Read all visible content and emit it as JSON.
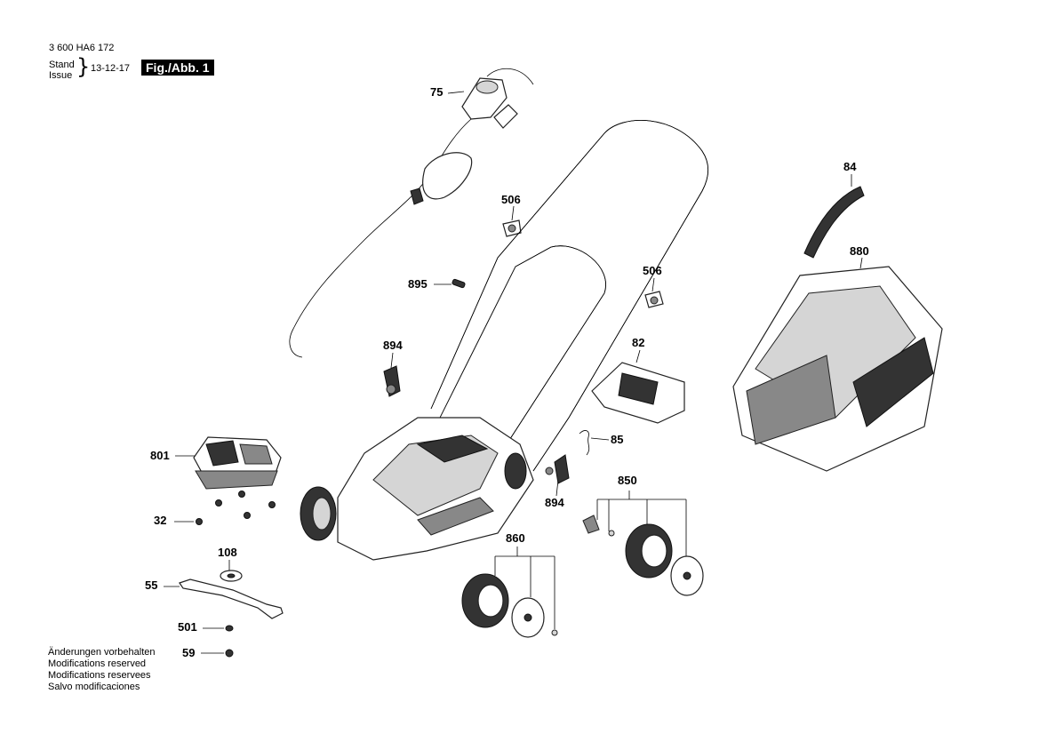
{
  "header": {
    "part_number": "3 600 HA6 172",
    "stand_label": "Stand",
    "issue_label": "Issue",
    "date": "13-12-17",
    "figure": "Fig./Abb. 1"
  },
  "parts": {
    "p75": "75",
    "p506a": "506",
    "p506b": "506",
    "p84": "84",
    "p880": "880",
    "p895": "895",
    "p894a": "894",
    "p894b": "894",
    "p82": "82",
    "p85": "85",
    "p801": "801",
    "p850": "850",
    "p32": "32",
    "p860": "860",
    "p108": "108",
    "p55": "55",
    "p501": "501",
    "p59": "59"
  },
  "notes": [
    "Änderungen vorbehalten",
    "Modifications reserved",
    "Modifications reservees",
    "Salvo modificaciones"
  ]
}
